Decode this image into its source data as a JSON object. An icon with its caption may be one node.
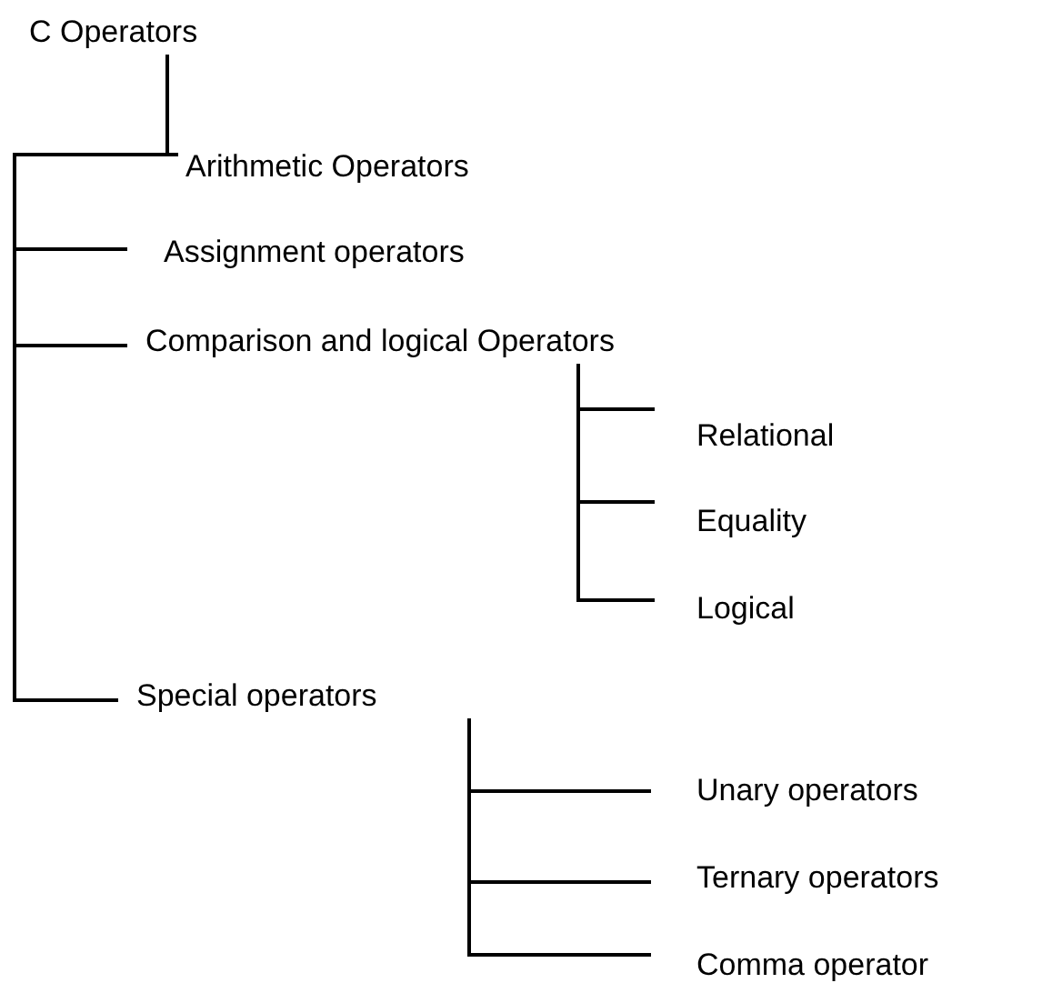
{
  "diagram": {
    "nodes": [
      {
        "text": [
          "C Operators"
        ]
      },
      {
        "text": [
          "Arithmetic Operators"
        ]
      },
      {
        "text": [
          "Assignment operators"
        ]
      },
      {
        "text": [
          "Comparison and logical Operators"
        ]
      },
      {
        "text": [
          "Relational"
        ]
      },
      {
        "text": [
          "Equality"
        ]
      },
      {
        "text": [
          "Logical"
        ]
      },
      {
        "text": [
          "Special operators"
        ]
      },
      {
        "text": [
          "Unary operators"
        ]
      },
      {
        "text": [
          "Ternary operators"
        ]
      },
      {
        "text": [
          "Comma operator"
        ]
      }
    ],
    "edges": [
      {
        "from": 0,
        "to": 1,
        "arrow": "none"
      },
      {
        "from": 0,
        "to": 2,
        "arrow": "none"
      },
      {
        "from": 0,
        "to": 3,
        "arrow": "none"
      },
      {
        "from": 0,
        "to": 7,
        "arrow": "none"
      },
      {
        "from": 3,
        "to": 4,
        "arrow": "none"
      },
      {
        "from": 3,
        "to": 5,
        "arrow": "none"
      },
      {
        "from": 3,
        "to": 6,
        "arrow": "none"
      },
      {
        "from": 7,
        "to": 8,
        "arrow": "none"
      },
      {
        "from": 7,
        "to": 9,
        "arrow": "none"
      },
      {
        "from": 7,
        "to": 10,
        "arrow": "none"
      }
    ]
  }
}
